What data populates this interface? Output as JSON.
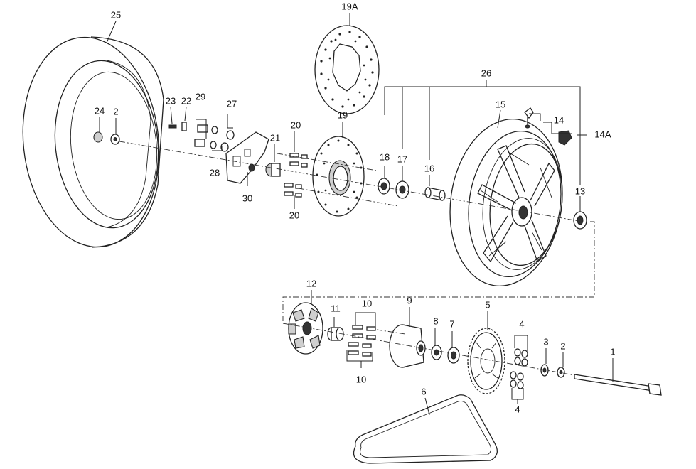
{
  "callouts": {
    "p25": "25",
    "p19a": "19A",
    "p26": "26",
    "p15": "15",
    "p14": "14",
    "p14a": "14A",
    "p24": "24",
    "p2a": "2",
    "p23": "23",
    "p22": "22",
    "p29": "29",
    "p27": "27",
    "p28": "28",
    "p30": "30",
    "p21": "21",
    "p20a": "20",
    "p20b": "20",
    "p19": "19",
    "p18": "18",
    "p17": "17",
    "p16": "16",
    "p13": "13",
    "p12": "12",
    "p11": "11",
    "p10a": "10",
    "p10b": "10",
    "p9": "9",
    "p8": "8",
    "p7": "7",
    "p5": "5",
    "p4a": "4",
    "p4b": "4",
    "p3": "3",
    "p2b": "2",
    "p1": "1",
    "p6": "6"
  }
}
